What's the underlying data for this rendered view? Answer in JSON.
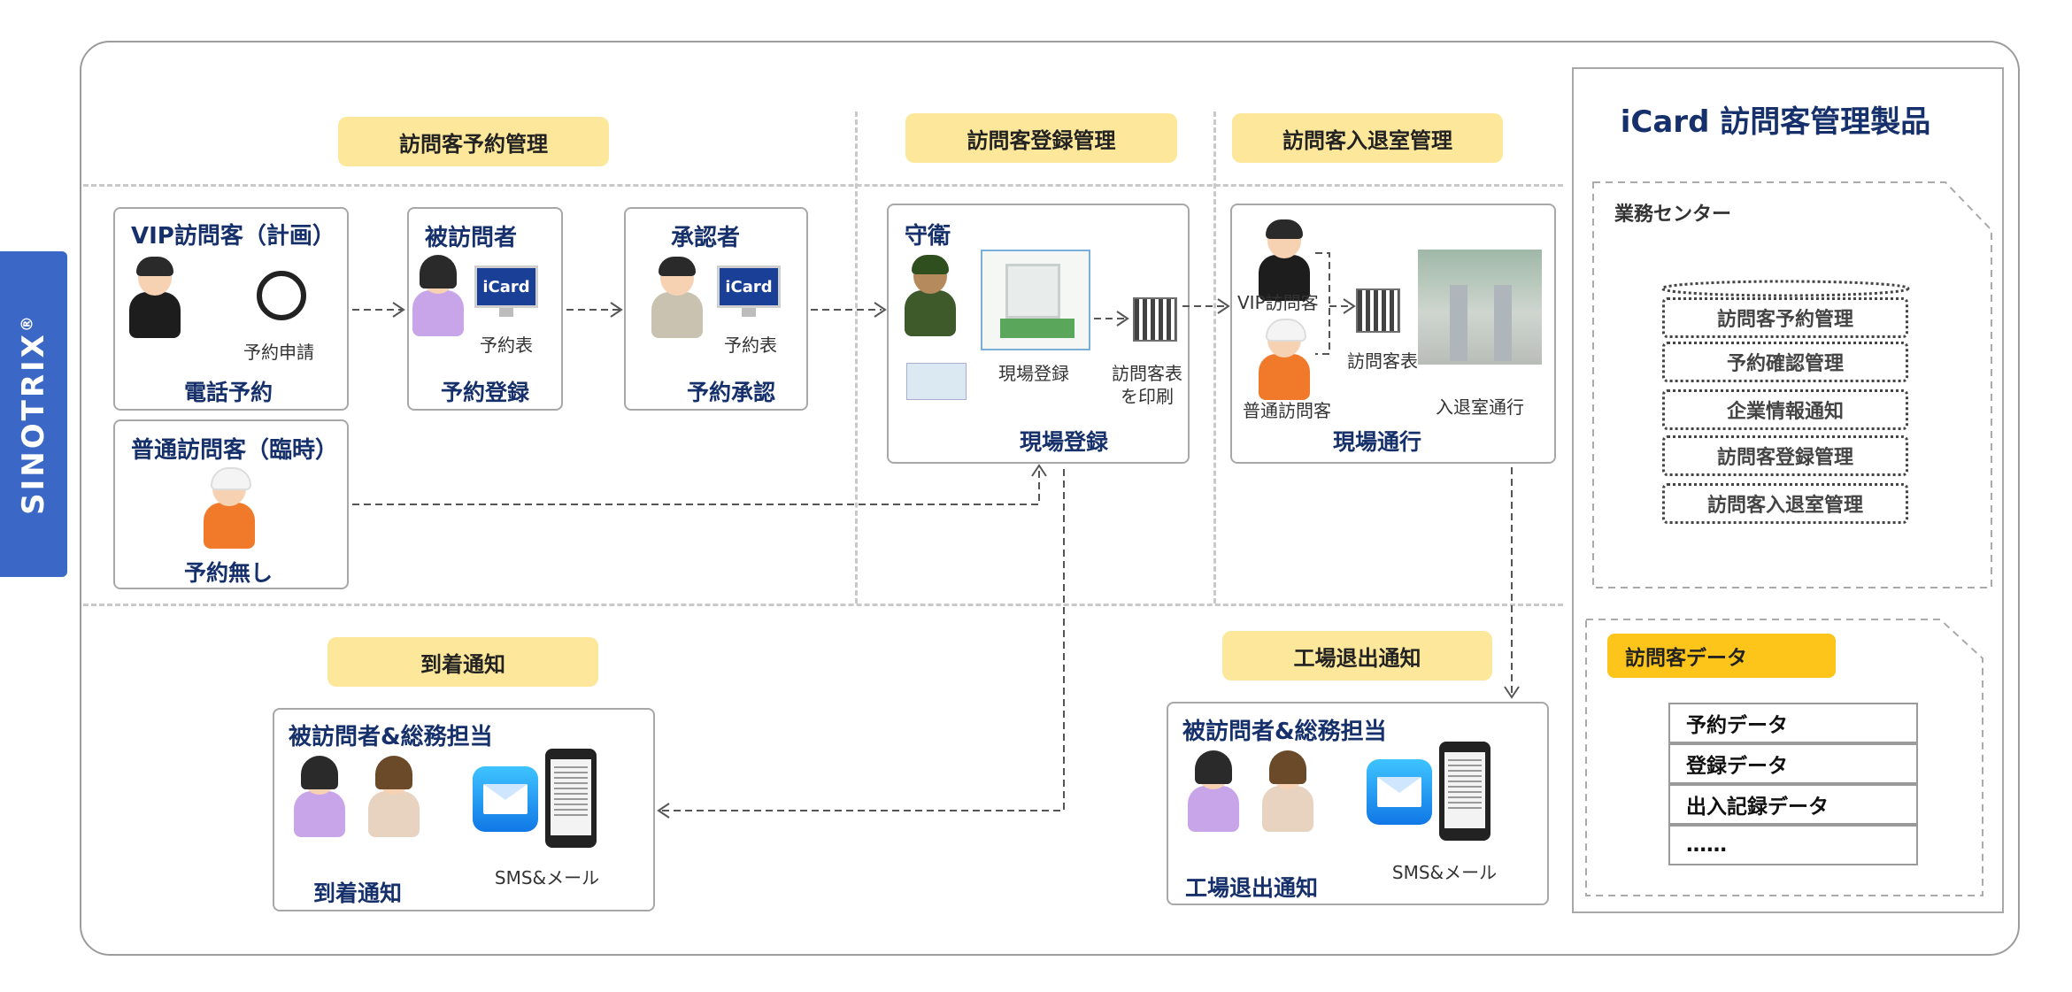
{
  "brand": "SINOTRIX",
  "brand_mark": "®",
  "product_title": "iCard 訪問客管理製品",
  "sections": {
    "reservation": "訪問客予約管理",
    "registration": "訪問客登録管理",
    "entry_exit": "訪問客入退室管理",
    "arrival_notice": "到着通知",
    "exit_notice": "工場退出通知"
  },
  "boxes": {
    "vip_plan": {
      "title": "VIP訪問客（計画）",
      "phone_label": "予約申請",
      "caption": "電話予約"
    },
    "host": {
      "title": "被訪問者",
      "monitor": "iCard",
      "label": "予約表",
      "caption": "予約登録"
    },
    "approver": {
      "title": "承認者",
      "monitor": "iCard",
      "label": "予約表",
      "caption": "予約承認"
    },
    "walkin": {
      "title": "普通訪問客（臨時）",
      "caption": "予約無し"
    },
    "guard": {
      "title": "守衛",
      "kiosk_label": "現場登録",
      "print_label_1": "訪問客表",
      "print_label_2": "を印刷",
      "caption": "現場登録"
    },
    "pass": {
      "vip": "VIP訪問客",
      "pass_label": "訪問客表",
      "normal": "普通訪問客",
      "gate": "入退室通行",
      "caption": "現場通行"
    },
    "arrival": {
      "title": "被訪問者&総務担当",
      "sms": "SMS&メール",
      "caption": "到着通知"
    },
    "exit": {
      "title": "被訪問者&総務担当",
      "sms": "SMS&メール",
      "caption": "工場退出通知"
    }
  },
  "center": {
    "title": "業務センター",
    "modules": [
      "訪問客予約管理",
      "予約確認管理",
      "企業情報通知",
      "訪問客登録管理",
      "訪問客入退室管理"
    ]
  },
  "data_section": {
    "title": "訪問客データ",
    "rows": [
      "予約データ",
      "登録データ",
      "出入記録データ",
      "……"
    ]
  },
  "colors": {
    "brand_blue": "#3b67c6",
    "tag_yellow": "#fde79a",
    "data_tag": "#fdc41a",
    "navy": "#16306b"
  }
}
